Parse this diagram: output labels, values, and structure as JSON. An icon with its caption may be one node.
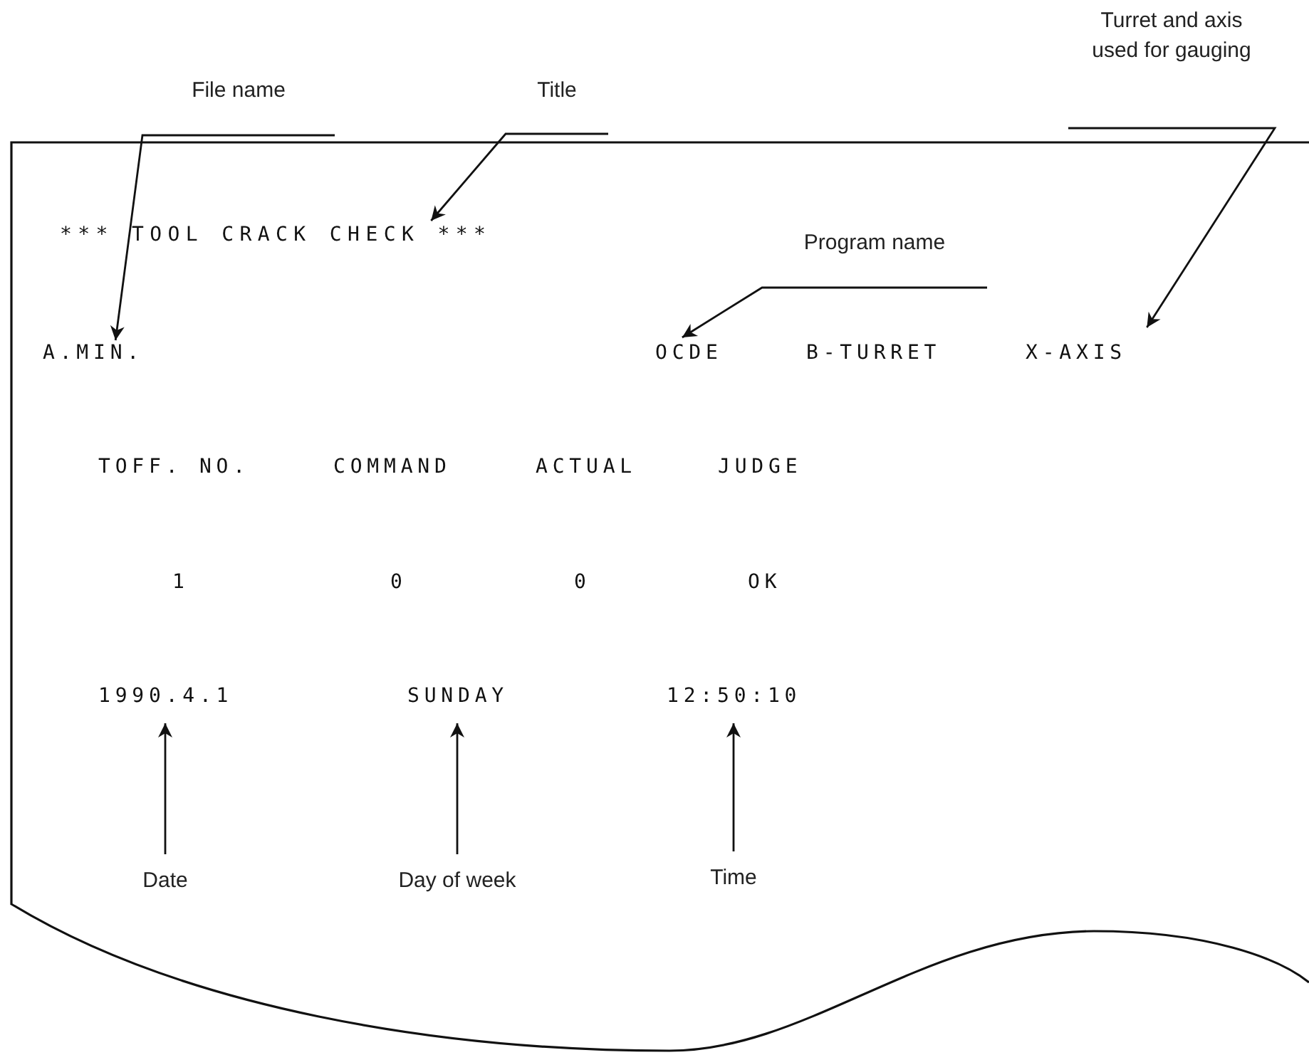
{
  "diagram": {
    "nodes": [
      {
        "text": [],
        "shape": "sheet"
      },
      {
        "text": [
          "File name"
        ]
      },
      {
        "text": [
          "Title"
        ]
      },
      {
        "text": [
          "Turret and axis used for gauging"
        ]
      },
      {
        "text": [
          "Program name"
        ],
        "in": 0
      },
      {
        "text": [
          "*** TOOL CRACK CHECK ***"
        ],
        "in": 0
      },
      {
        "text": [
          "A.MIN."
        ],
        "in": 0
      },
      {
        "text": [
          "OCDE"
        ],
        "in": 0
      },
      {
        "text": [
          "X-AXIS"
        ],
        "in": 0
      },
      {
        "text": [
          "1990.4.1"
        ],
        "in": 0
      },
      {
        "text": [
          "SUNDAY"
        ],
        "in": 0
      },
      {
        "text": [
          "12:50:10"
        ],
        "in": 0
      },
      {
        "text": [
          "Date"
        ],
        "in": 0
      },
      {
        "text": [
          "Day of week"
        ],
        "in": 0
      },
      {
        "text": [
          "Time"
        ],
        "in": 0
      }
    ],
    "edges": [
      {
        "from": 1,
        "to": 6,
        "arrow": "to"
      },
      {
        "from": 2,
        "to": 5,
        "arrow": "to"
      },
      {
        "from": 3,
        "to": 8,
        "arrow": "to"
      },
      {
        "from": 4,
        "to": 7,
        "arrow": "to"
      },
      {
        "from": 12,
        "to": 9,
        "arrow": "to"
      },
      {
        "from": 13,
        "to": 10,
        "arrow": "to"
      },
      {
        "from": 14,
        "to": 11,
        "arrow": "to"
      }
    ],
    "labels": [
      "B-TURRET",
      "TOFF. NO.",
      "COMMAND",
      "ACTUAL",
      "JUDGE",
      "1",
      "0",
      "0",
      "OK"
    ]
  }
}
